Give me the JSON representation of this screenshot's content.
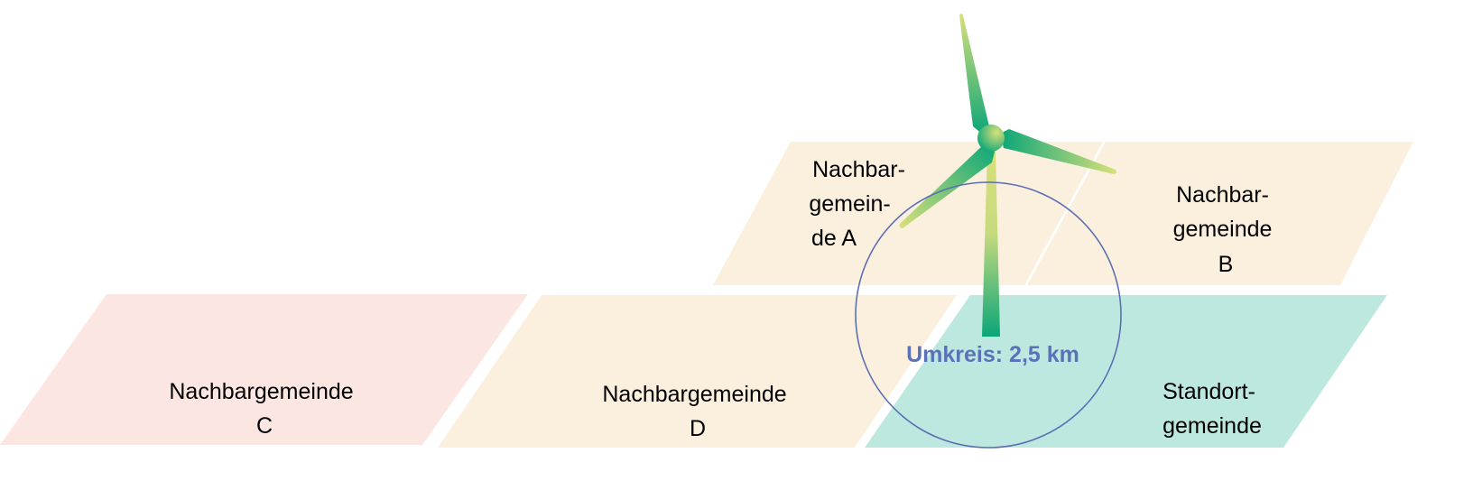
{
  "regions": {
    "a": {
      "lines": [
        "Nachbar-",
        "gemein-",
        "de A"
      ],
      "color": "#fbf0de"
    },
    "b": {
      "lines": [
        "Nachbar-",
        "gemeinde",
        "B"
      ],
      "color": "#fbf0de"
    },
    "c": {
      "lines": [
        "Nachbargemeinde",
        "C"
      ],
      "color": "#fce6e2"
    },
    "d": {
      "lines": [
        "Nachbargemeinde",
        "D"
      ],
      "color": "#fbf0de"
    },
    "standort": {
      "lines": [
        "Standort-",
        "gemeinde"
      ],
      "color": "#bde8e0"
    }
  },
  "radius": {
    "label": "Umkreis: 2,5 km",
    "color": "#5b72b8"
  },
  "turbine": {
    "icon": "wind-turbine-icon",
    "color_dark": "#0aa678",
    "color_light": "#d9e07a"
  }
}
